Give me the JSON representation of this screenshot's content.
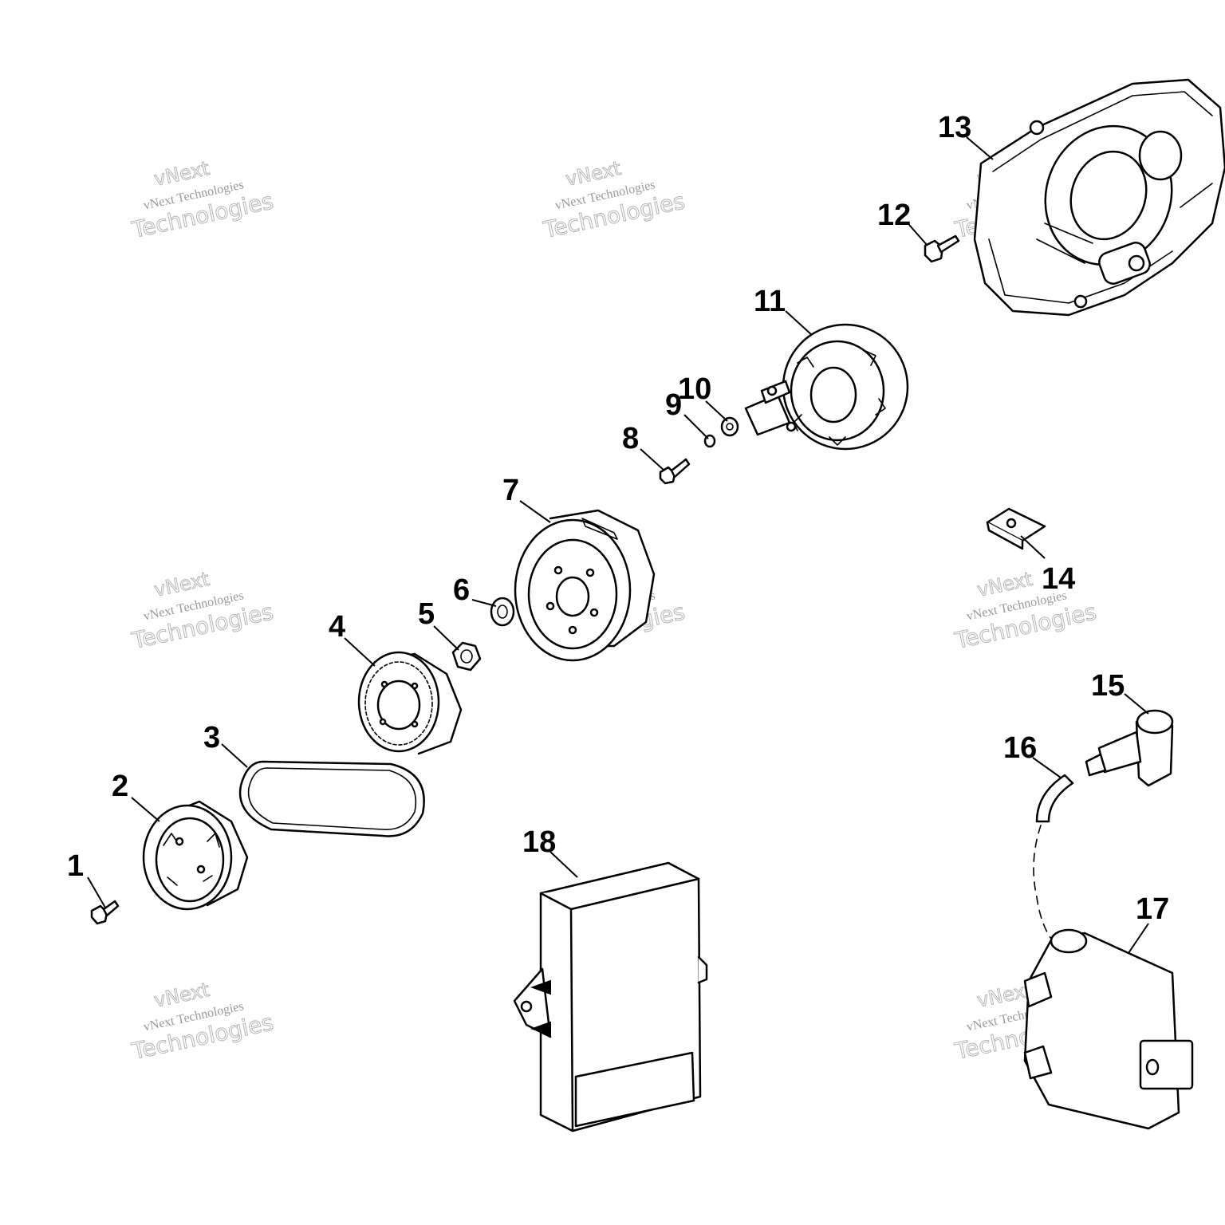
{
  "callouts": [
    {
      "id": "1",
      "label": "1"
    },
    {
      "id": "2",
      "label": "2"
    },
    {
      "id": "3",
      "label": "3"
    },
    {
      "id": "4",
      "label": "4"
    },
    {
      "id": "5",
      "label": "5"
    },
    {
      "id": "6",
      "label": "6"
    },
    {
      "id": "7",
      "label": "7"
    },
    {
      "id": "8",
      "label": "8"
    },
    {
      "id": "9",
      "label": "9"
    },
    {
      "id": "10",
      "label": "10"
    },
    {
      "id": "11",
      "label": "11"
    },
    {
      "id": "12",
      "label": "12"
    },
    {
      "id": "13",
      "label": "13"
    },
    {
      "id": "14",
      "label": "14"
    },
    {
      "id": "15",
      "label": "15"
    },
    {
      "id": "16",
      "label": "16"
    },
    {
      "id": "17",
      "label": "17"
    },
    {
      "id": "18",
      "label": "18"
    }
  ],
  "watermark": {
    "top": "vNext",
    "small": "vNext Technologies",
    "large": "Technologies"
  },
  "colors": {
    "line": "#000000",
    "background": "#ffffff",
    "watermark": "#b5b5b5"
  }
}
